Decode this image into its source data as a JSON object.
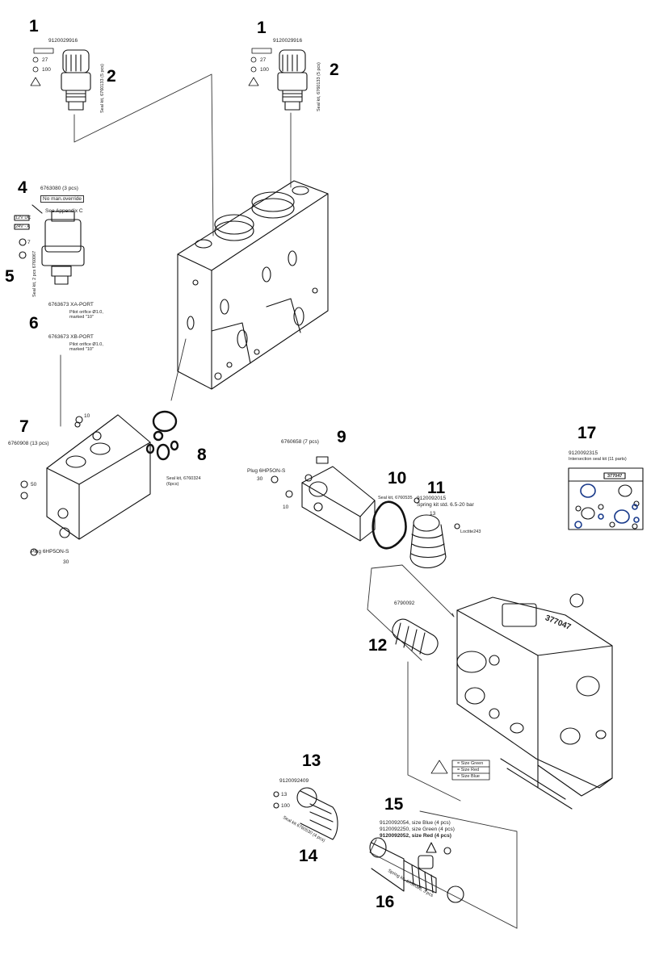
{
  "callouts": {
    "c1a": "1",
    "c2a": "2",
    "c1b": "1",
    "c2b": "2",
    "c4": "4",
    "c5": "5",
    "c6": "6",
    "c7": "7",
    "c8": "8",
    "c9": "9",
    "c10": "10",
    "c11": "11",
    "c12": "12",
    "c13": "13",
    "c14": "14",
    "c15": "15",
    "c16": "16",
    "c17": "17"
  },
  "notes": {
    "p1_part": "9120029916",
    "p1_seal": "Seal kit, 6760133 (5 pcs)",
    "p4_part": "6763080 (3 pcs)",
    "p4_override": "No man.override",
    "p4_appendix": "See Appendix C",
    "p4_volt1": "12V DC",
    "p4_volt2": "24V - A",
    "p5_seal": "Seal kit, 2 pcs 6760067",
    "p6_xa": "6763673   XA-PORT",
    "p6_xa_sub": "Pilot orifice Ø1.0,\nmarked \"10\"",
    "p6_xb": "6763673   XB-PORT",
    "p6_xb_sub": "Pilot orifice Ø1.0,\nmarked \"10\"",
    "p7_part": "6760908 (13 pcs)",
    "p7_plug": "Plug 6HP5ON-S",
    "p8_seal": "Seal kit, 6760324",
    "p8_qty": "(6pcs)",
    "p9_part": "6760658 (7 pcs)",
    "p9_plug": "Plug 6HP5ON-S",
    "p10_seal": "Seal kit, 6760535",
    "p11_part": "9120092015",
    "p11_desc": "Spring kit std. 6.5-20 bar",
    "p11_lock": "Loctite243",
    "p12_part": "6790092",
    "p13_part": "9120092409",
    "p14_seal": "Seal kit 6760530 (4 pcs)",
    "p15_l1": "9120092054, size Blue (4 pcs)",
    "p15_l2": "9120092250, size Green (4 pcs)",
    "p15_l3": "9120092052, size Red (4 pcs)",
    "p16_spring": "Spring kit, 6760083, 3 pcs",
    "p17_part": "9120092315",
    "p17_desc": "Intersection seal kit (11 parts)",
    "p17_stamp": "377047",
    "housing_stamp": "377047",
    "size_green": "= Size Green",
    "size_red": "= Size Red",
    "size_blue": "= Size Blue",
    "torque_a": "27",
    "torque_b": "100",
    "torque_c": "7",
    "torque_d": "10",
    "torque_e": "50",
    "torque_f": "13",
    "torque_g": "30"
  }
}
